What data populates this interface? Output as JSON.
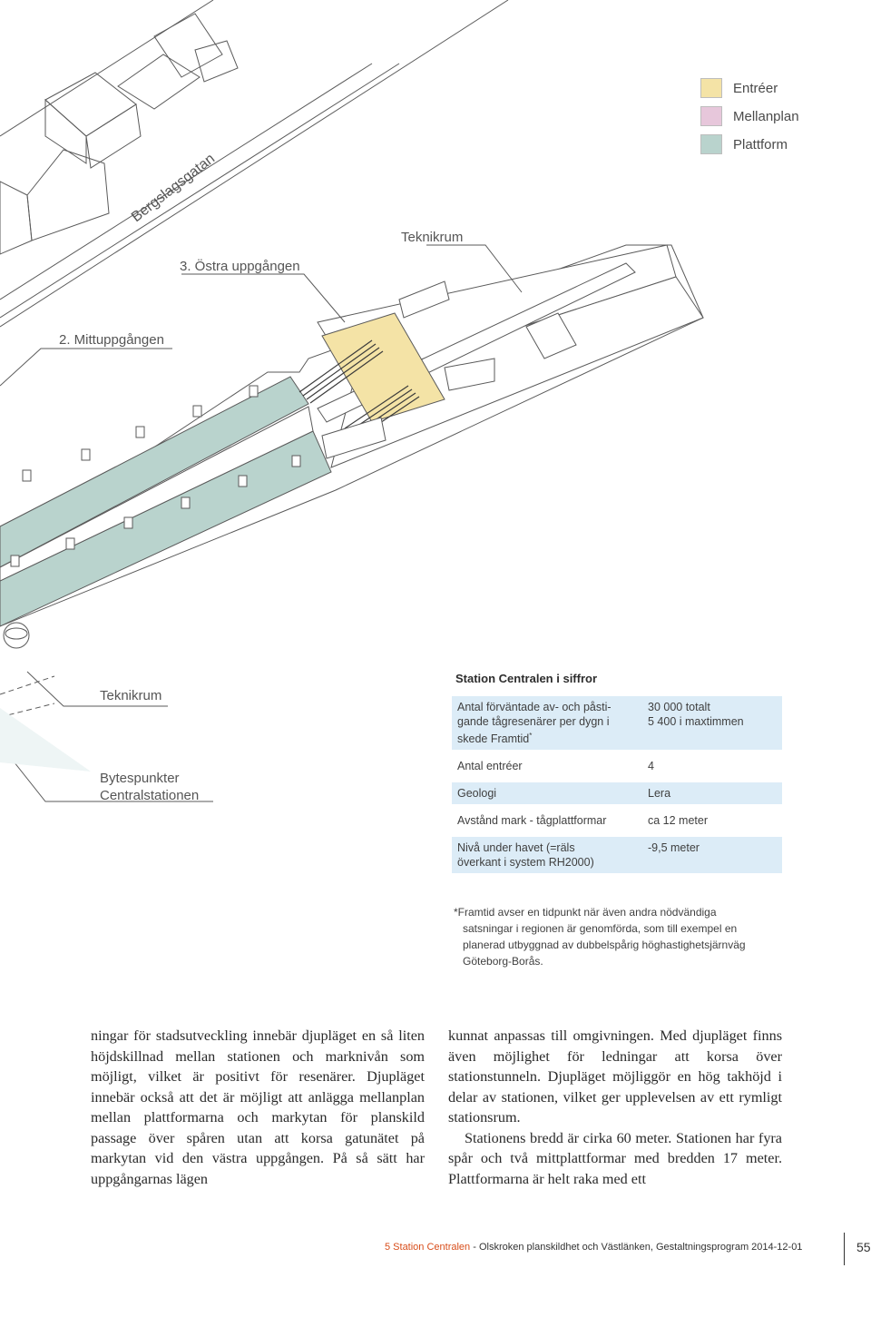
{
  "legend": [
    {
      "label": "Entréer",
      "color": "#f4e3a6"
    },
    {
      "label": "Mellanplan",
      "color": "#e7c7db"
    },
    {
      "label": "Plattform",
      "color": "#b9d3cd"
    }
  ],
  "illustration": {
    "street": "Bergslagsgatan",
    "teknikrum_top": "Teknikrum",
    "ostra": "3. Östra uppgången",
    "mitt": "2. Mittuppgången",
    "teknikrum_bottom": "Teknikrum",
    "bytespunkter_1": "Bytespunkter",
    "bytespunkter_2": "Centralstationen",
    "colors": {
      "entry": "#f4e3a6",
      "platform": "#b9d3cd",
      "line": "#5a5a5a"
    }
  },
  "facts": {
    "title": "Station Centralen i siffror",
    "rows": [
      {
        "label": "Antal förväntade av- och påsti-",
        "label2": "gande tågresenärer per dygn i",
        "label3": "skede Framtid",
        "sup": "*",
        "value": "30 000 totalt",
        "value2": "5 400 i maxtimmen",
        "shade": true
      },
      {
        "label": "Antal entréer",
        "value": "4",
        "shade": false
      },
      {
        "label": "Geologi",
        "value": "Lera",
        "shade": true
      },
      {
        "label": "Avstånd mark - tågplattformar",
        "value": "ca 12 meter",
        "shade": false
      },
      {
        "label": "Nivå under havet (=räls",
        "label2": "överkant i system RH2000)",
        "value": "-9,5 meter",
        "shade": true
      }
    ]
  },
  "footnote": {
    "line1": "*Framtid avser en tidpunkt när även andra nödvändiga",
    "line2": "satsningar i regionen är genomförda, som till exempel en",
    "line3": "planerad utbyggnad av dubbelspårig höghastighetsjärnväg",
    "line4": "Göteborg-Borås."
  },
  "body": {
    "left": "ningar för stadsutveckling innebär djupläget en så liten höjdskillnad mellan stationen och mark­nivån som möjligt, vilket är positivt för resenä­rer. Djupläget innebär också att det är möjligt att anlägga mellanplan mellan plattformarna och markytan för planskild passage över spåren utan att korsa gatunätet på markytan vid den västra uppgången. På så sätt har uppgångarnas lägen",
    "right_p1": "kunnat anpassas till omgivningen. Med djupläget finns även möjlighet för ledningar att korsa över stationstunneln. Djupläget möjliggör en hög tak­höjd i delar av stationen, vilket ger upplevelsen av ett rymligt stationsrum.",
    "right_p2": "Stationens bredd är cirka 60 meter. Stationen har fyra spår och två mittplattformar med bred­den 17 meter. Plattformarna är helt raka med ett"
  },
  "footer": {
    "section": "5 Station Centralen",
    "rest": " - Olskroken planskildhet och Västlänken, Gestaltningsprogram 2014-12-01",
    "page": "55"
  }
}
